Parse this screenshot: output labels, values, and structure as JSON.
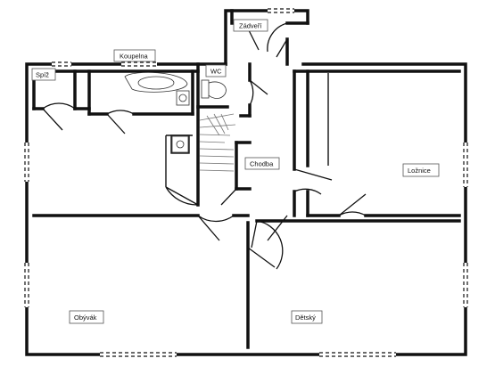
{
  "rooms": {
    "zadveri": "Zádveří",
    "koupelna": "Koupelna",
    "spiz": "Spíž",
    "wc": "WC",
    "chodba": "Chodba",
    "loznice": "Ložnice",
    "obyvak": "Obývák",
    "detsky": "Dětský"
  }
}
